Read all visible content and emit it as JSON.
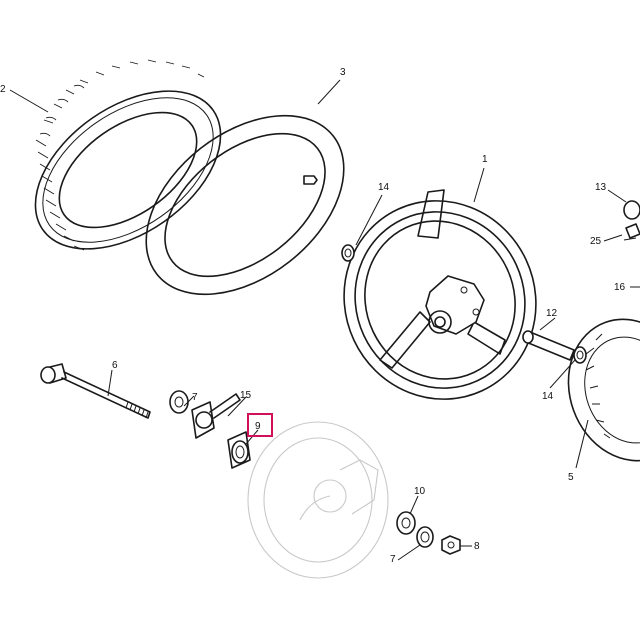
{
  "labels": {
    "l1": "1",
    "l2": "2",
    "l3": "3",
    "l5": "5",
    "l6": "6",
    "l7a": "7",
    "l7b": "7",
    "l8": "8",
    "l9": "9",
    "l10": "10",
    "l12": "12",
    "l13": "13",
    "l14a": "14",
    "l14b": "14",
    "l15": "15",
    "l16": "16",
    "l25": "25"
  },
  "highlight": {
    "color": "#d0105a"
  }
}
